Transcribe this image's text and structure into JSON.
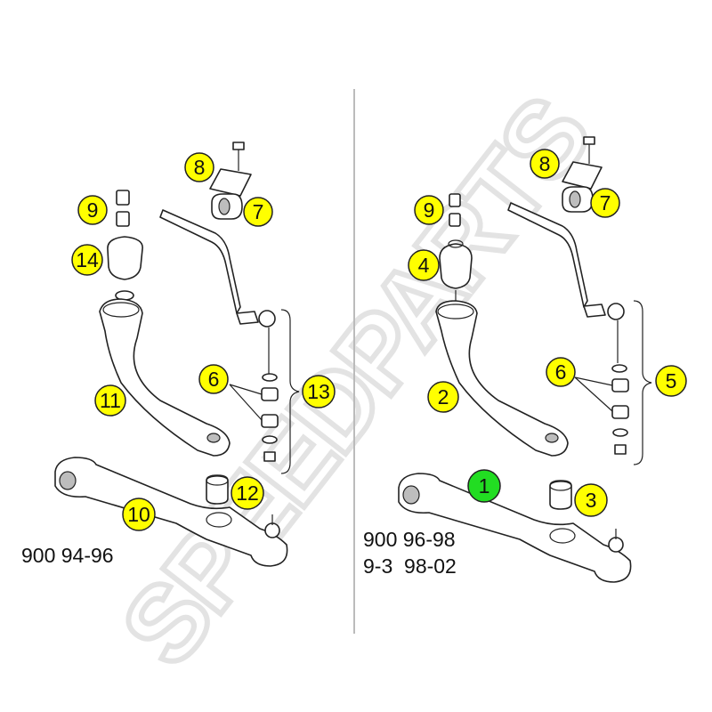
{
  "watermark": {
    "text": "SPEEDPARTS"
  },
  "colors": {
    "callout": "#ffff00",
    "callout_highlight": "#22dd22",
    "divider": "#bbbbbb"
  },
  "left_assembly": {
    "variant_label": "900 94-96",
    "callouts": [
      {
        "number": "8",
        "highlighted": false
      },
      {
        "number": "9",
        "highlighted": false
      },
      {
        "number": "7",
        "highlighted": false
      },
      {
        "number": "14",
        "highlighted": false
      },
      {
        "number": "6",
        "highlighted": false
      },
      {
        "number": "13",
        "highlighted": false
      },
      {
        "number": "11",
        "highlighted": false
      },
      {
        "number": "12",
        "highlighted": false
      },
      {
        "number": "10",
        "highlighted": false
      }
    ]
  },
  "right_assembly": {
    "variant_labels": [
      "900 96-98",
      "9-3  98-02"
    ],
    "callouts": [
      {
        "number": "8",
        "highlighted": false
      },
      {
        "number": "9",
        "highlighted": false
      },
      {
        "number": "7",
        "highlighted": false
      },
      {
        "number": "4",
        "highlighted": false
      },
      {
        "number": "6",
        "highlighted": false
      },
      {
        "number": "5",
        "highlighted": false
      },
      {
        "number": "2",
        "highlighted": false
      },
      {
        "number": "1",
        "highlighted": true
      },
      {
        "number": "3",
        "highlighted": false
      }
    ]
  }
}
